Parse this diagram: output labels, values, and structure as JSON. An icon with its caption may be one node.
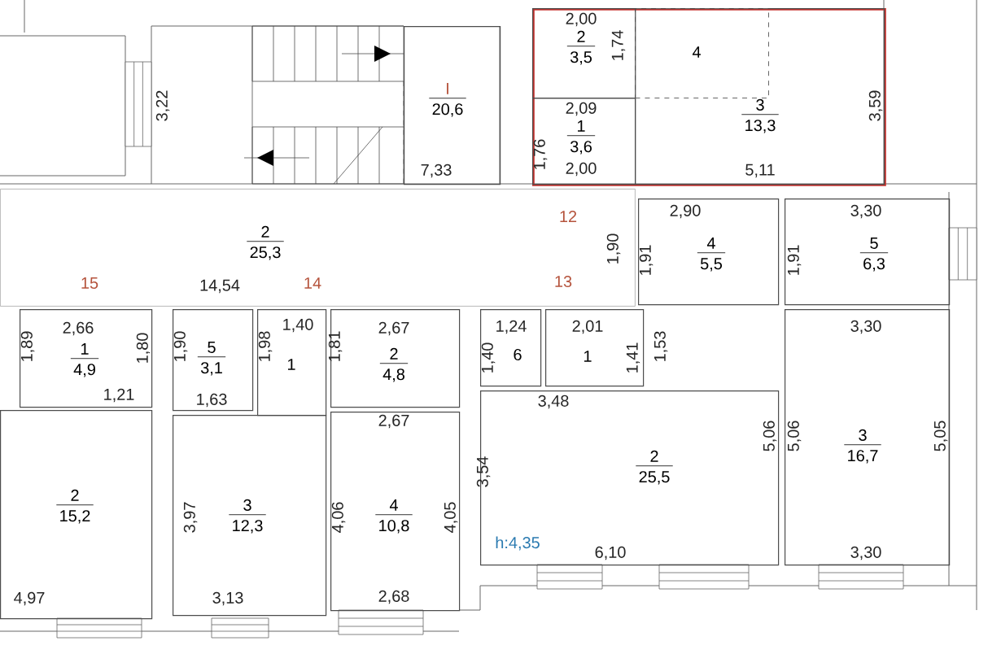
{
  "diagram": {
    "nodes": [
      {
        "text": [
          "I",
          "20,6"
        ]
      },
      {
        "text": [],
        "shape": "box"
      },
      {
        "text": [
          "2",
          "3,5"
        ],
        "in": 1
      },
      {
        "text": [
          "1",
          "3,6"
        ],
        "in": 1
      },
      {
        "text": [
          "3",
          "13,3"
        ],
        "in": 1
      },
      {
        "text": [
          "4"
        ],
        "in": 4
      },
      {
        "text": [
          "2",
          "25,3"
        ]
      },
      {
        "text": [
          "4",
          "5,5"
        ]
      },
      {
        "text": [
          "5",
          "6,3"
        ]
      },
      {
        "text": [
          "1",
          "4,9"
        ]
      },
      {
        "text": [
          "5",
          "3,1"
        ]
      },
      {
        "text": [
          "1"
        ]
      },
      {
        "text": [
          "2",
          "4,8"
        ]
      },
      {
        "text": [
          "6"
        ]
      },
      {
        "text": [
          "1"
        ]
      },
      {
        "text": [
          "3",
          "16,7"
        ]
      },
      {
        "text": [
          "2",
          "15,2"
        ]
      },
      {
        "text": [
          "3",
          "12,3"
        ]
      },
      {
        "text": [
          "4",
          "10,8"
        ]
      },
      {
        "text": [
          "2",
          "25,5"
        ]
      }
    ],
    "labels": [
      "3,22",
      "2,00",
      "1,74",
      "3,59",
      "2,09",
      "1,76",
      "7,33",
      "2,00",
      "5,11",
      "12",
      "2,90",
      "3,30",
      "1,90",
      "1,91",
      "1,91",
      "15",
      "14,54",
      "14",
      "13",
      "2,66",
      "1,40",
      "2,67",
      "1,24",
      "2,01",
      "3,30",
      "1,89",
      "1,80",
      "1,90",
      "1,98",
      "1,81",
      "1,40",
      "1,41",
      "1,53",
      "1,21",
      "1,63",
      "3,48",
      "2,67",
      "5,06",
      "5,06",
      "5,05",
      "3,54",
      "3,97",
      "4,06",
      "4,05",
      "h:4,35",
      "6,10",
      "3,30",
      "4,97",
      "3,13",
      "2,68"
    ]
  }
}
